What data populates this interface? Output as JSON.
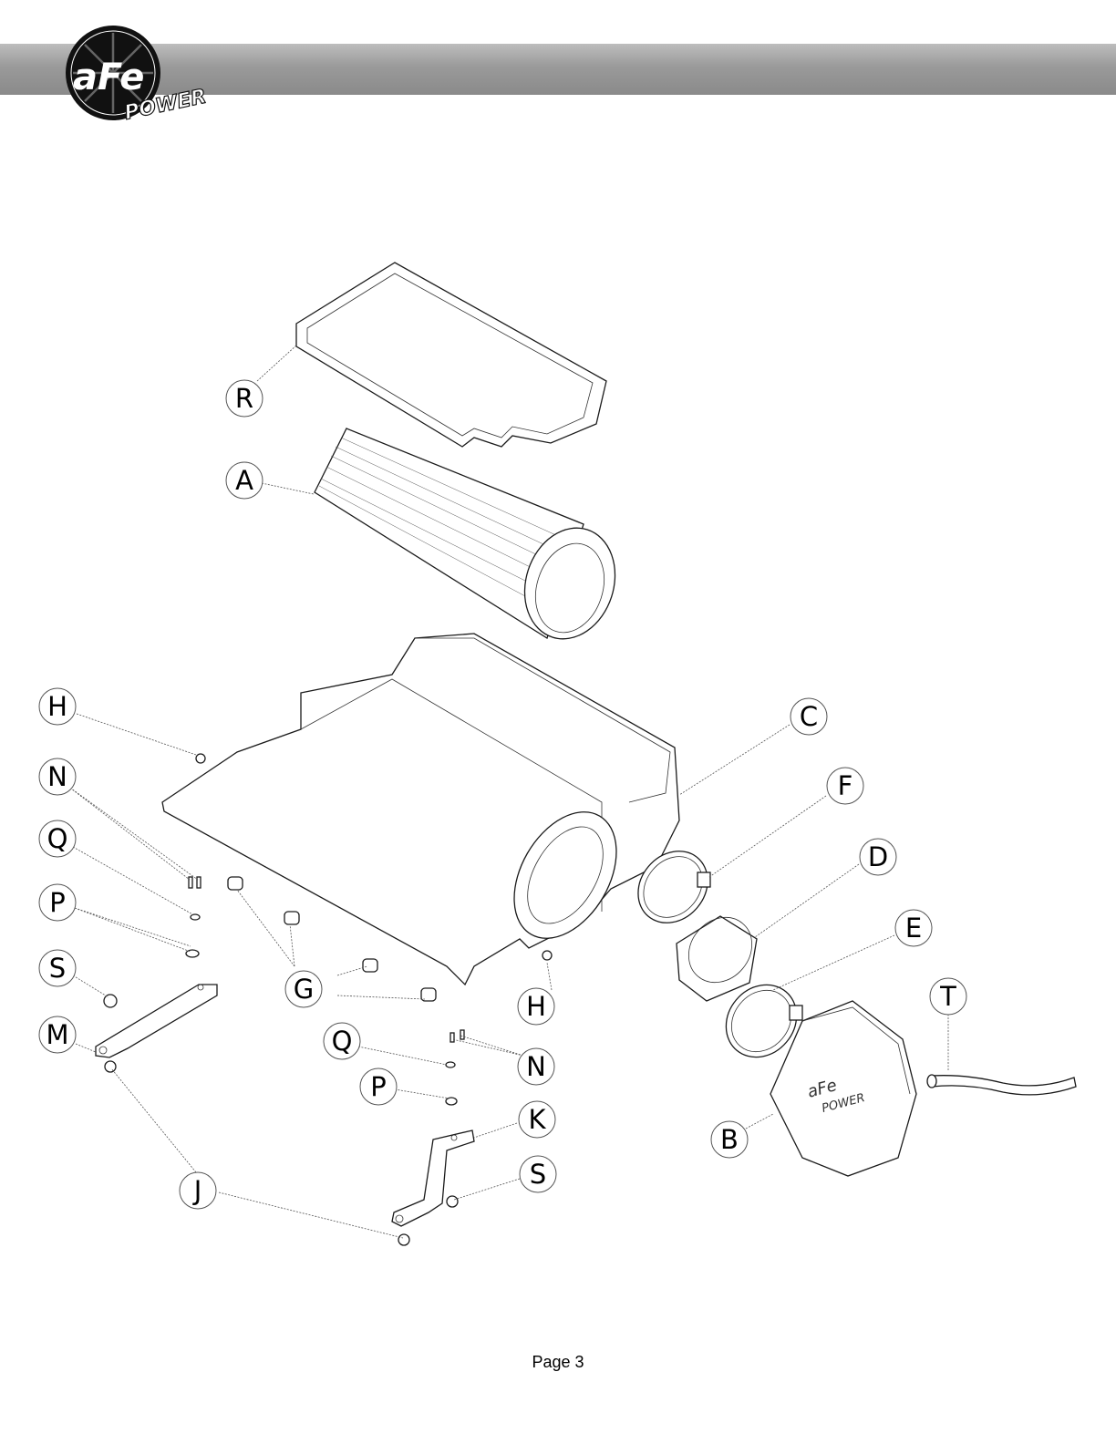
{
  "brand": {
    "logo_text": "aFe",
    "logo_subtext": "POWER",
    "accent_color": "#111111",
    "header_bar_color": "#9a9a9a"
  },
  "callouts": {
    "R": "R",
    "A": "A",
    "C": "C",
    "F": "F",
    "D": "D",
    "E": "E",
    "T": "T",
    "B": "B",
    "H1": "H",
    "H2": "H",
    "N1": "N",
    "N2": "N",
    "Q1": "Q",
    "Q2": "Q",
    "P1": "P",
    "P2": "P",
    "S1": "S",
    "S2": "S",
    "M": "M",
    "G": "G",
    "J": "J",
    "K": "K"
  },
  "footer": {
    "page_label": "Page 3"
  }
}
